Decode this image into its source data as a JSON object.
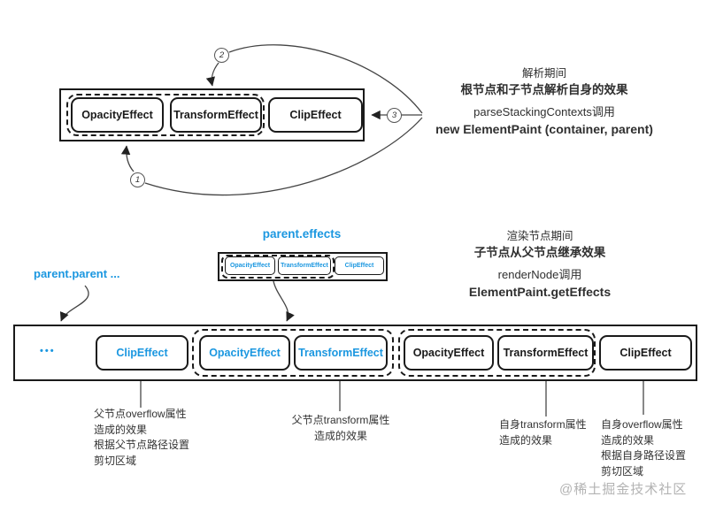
{
  "colors": {
    "accent": "#1b97e0",
    "ink": "#1a1a1a",
    "note_text": "#2f2f2f",
    "watermark": "#b3b3b3"
  },
  "top_diagram": {
    "effects": [
      "OpacityEffect",
      "TransformEffect",
      "ClipEffect"
    ],
    "markers": {
      "m1": "1",
      "m2": "2",
      "m3": "3"
    }
  },
  "parse_note": {
    "line1": "解析期间",
    "line2": "根节点和子节点解析自身的效果",
    "line3": "parseStackingContexts调用",
    "line4": "new ElementPaint (container, parent)"
  },
  "render_note": {
    "line1": "渲染节点期间",
    "line2": "子节点从父节点继承效果",
    "line3": "renderNode调用",
    "line4": "ElementPaint.getEffects"
  },
  "parent_effects": {
    "label": "parent.effects",
    "effects": [
      "OpacityEffect",
      "TransformEffect",
      "ClipEffect"
    ]
  },
  "parent_parent": {
    "label": "parent.parent ..."
  },
  "bottom_diagram": {
    "ellipsis": "•••",
    "effects": [
      "ClipEffect",
      "OpacityEffect",
      "TransformEffect",
      "OpacityEffect",
      "TransformEffect",
      "ClipEffect"
    ]
  },
  "annotations": {
    "parent_clip": [
      "父节点overflow属性",
      "造成的效果",
      "根据父节点路径设置",
      "剪切区域"
    ],
    "parent_transform": [
      "父节点transform属性",
      "造成的效果"
    ],
    "self_transform": [
      "自身transform属性",
      "造成的效果"
    ],
    "self_clip": [
      "自身overflow属性",
      "造成的效果",
      "根据自身路径设置",
      "剪切区域"
    ]
  },
  "watermark": "@稀土掘金技术社区"
}
